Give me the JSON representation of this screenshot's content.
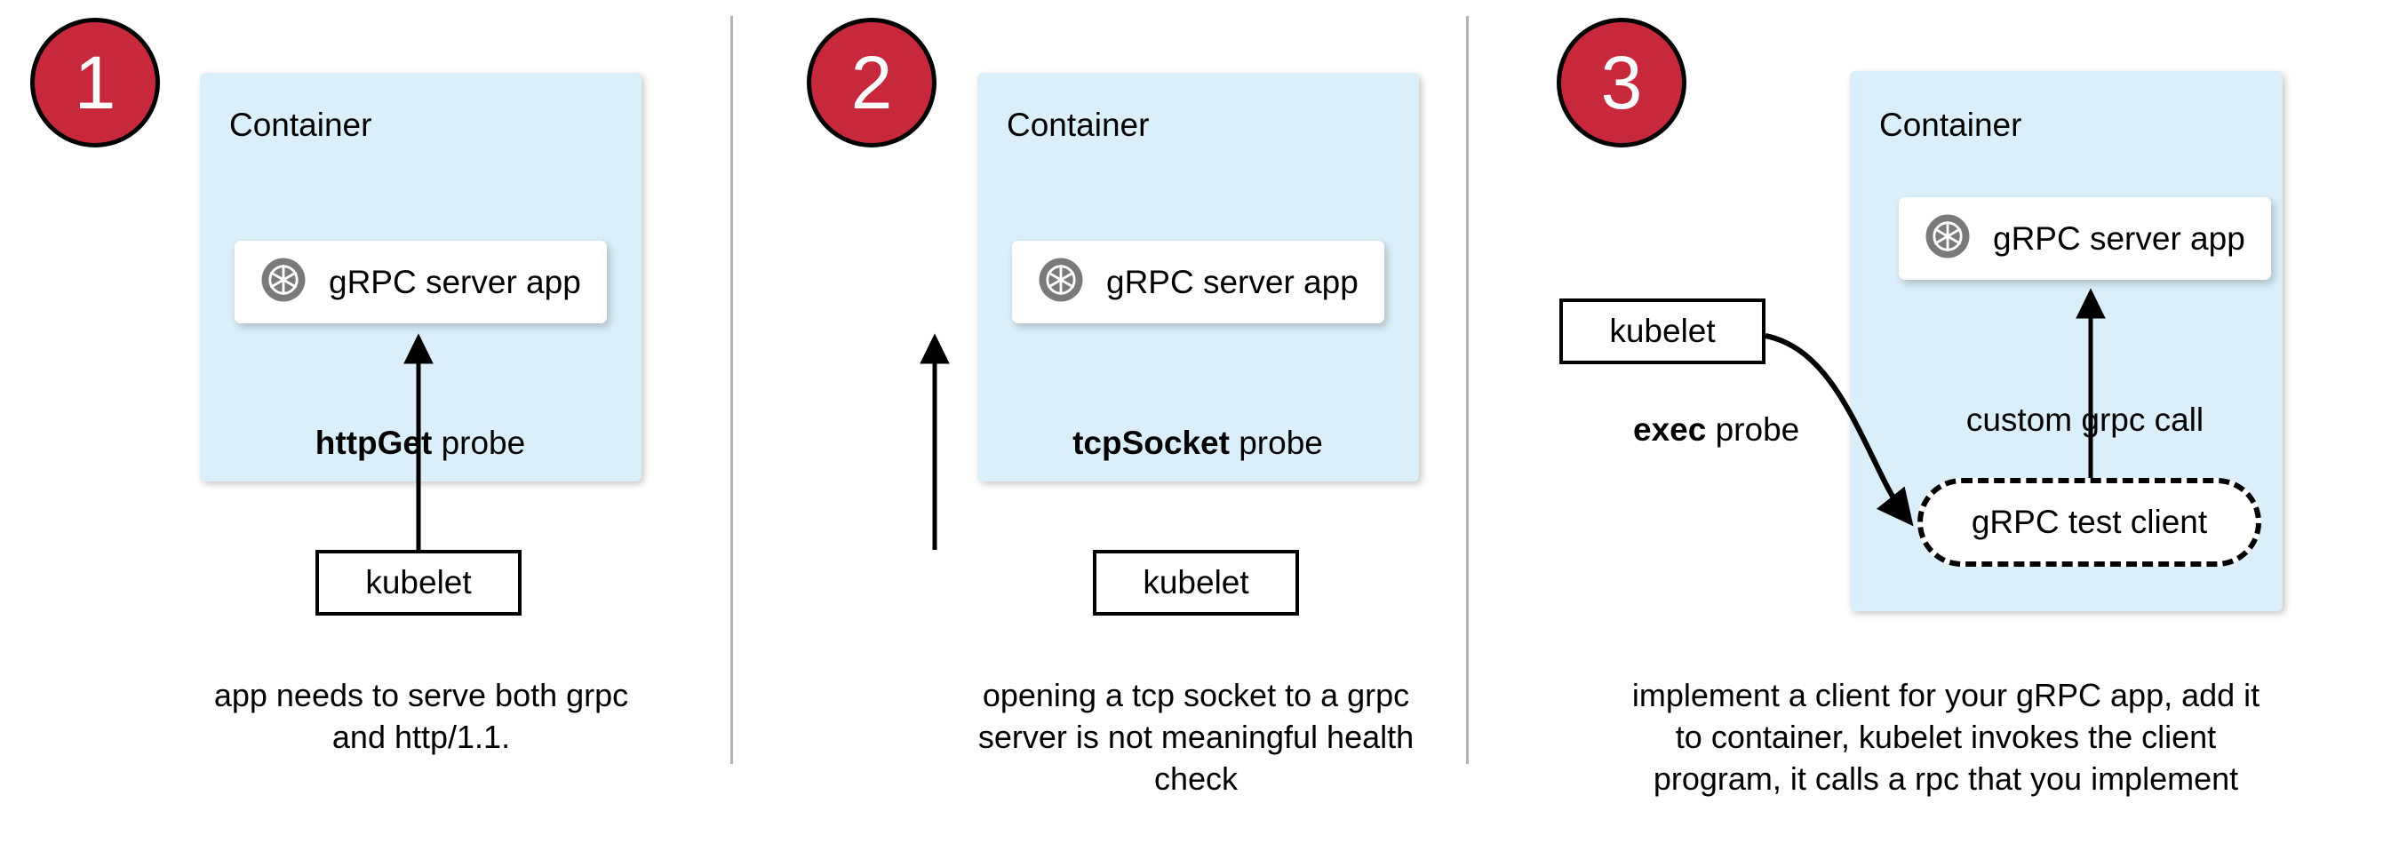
{
  "diagram": {
    "title": "gRPC health probe approaches in Kubernetes",
    "divider_color": "#b3b3b3",
    "badge_color": "#c8283c",
    "container_fill": "#daeffa",
    "icon_color": "#7a7a7a"
  },
  "panels": [
    {
      "badge": "1",
      "container_label": "Container",
      "app_label": "gRPC server app",
      "app_icon": "grpc-aperture-icon",
      "probe_label_bold": "httpGet",
      "probe_label_rest": " probe",
      "kubelet_label": "kubelet",
      "caption": "app needs to serve both grpc and http/1.1."
    },
    {
      "badge": "2",
      "container_label": "Container",
      "app_label": "gRPC server app",
      "app_icon": "grpc-aperture-icon",
      "probe_label_bold": "tcpSocket",
      "probe_label_rest": " probe",
      "kubelet_label": "kubelet",
      "caption": "opening a tcp socket to a grpc server is not meaningful health check"
    },
    {
      "badge": "3",
      "container_label": "Container",
      "app_label": "gRPC server app",
      "app_icon": "grpc-aperture-icon",
      "probe_label_bold": "exec",
      "probe_label_rest": " probe",
      "kubelet_label": "kubelet",
      "client_label": "gRPC test client",
      "call_label": "custom grpc call",
      "caption": "implement a client for your gRPC app, add it to container, kubelet invokes the client program, it calls a rpc that you implement"
    }
  ]
}
